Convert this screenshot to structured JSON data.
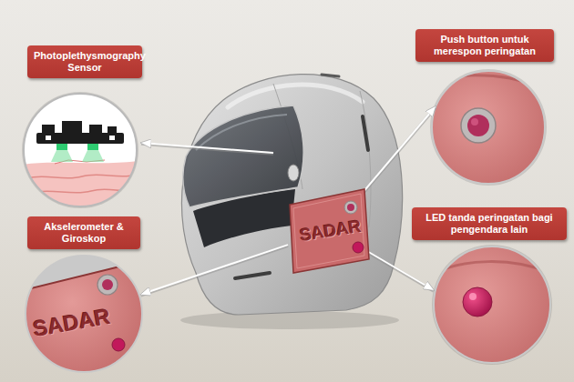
{
  "diagram": {
    "nodes": [
      {
        "text": [
          "Photoplethysmography Sensor"
        ]
      },
      {
        "text": [
          "Push button untuk merespon peringatan"
        ]
      },
      {
        "text": [
          "Akselerometer & Giroskop"
        ]
      },
      {
        "text": [
          "LED tanda peringatan bagi pengendara lain"
        ]
      },
      {
        "text": [
          "SADAR"
        ]
      },
      {
        "text": [
          "SADAR"
        ]
      }
    ],
    "edges": [
      {
        "from": 4,
        "to": 5,
        "arrow": "to"
      }
    ]
  }
}
